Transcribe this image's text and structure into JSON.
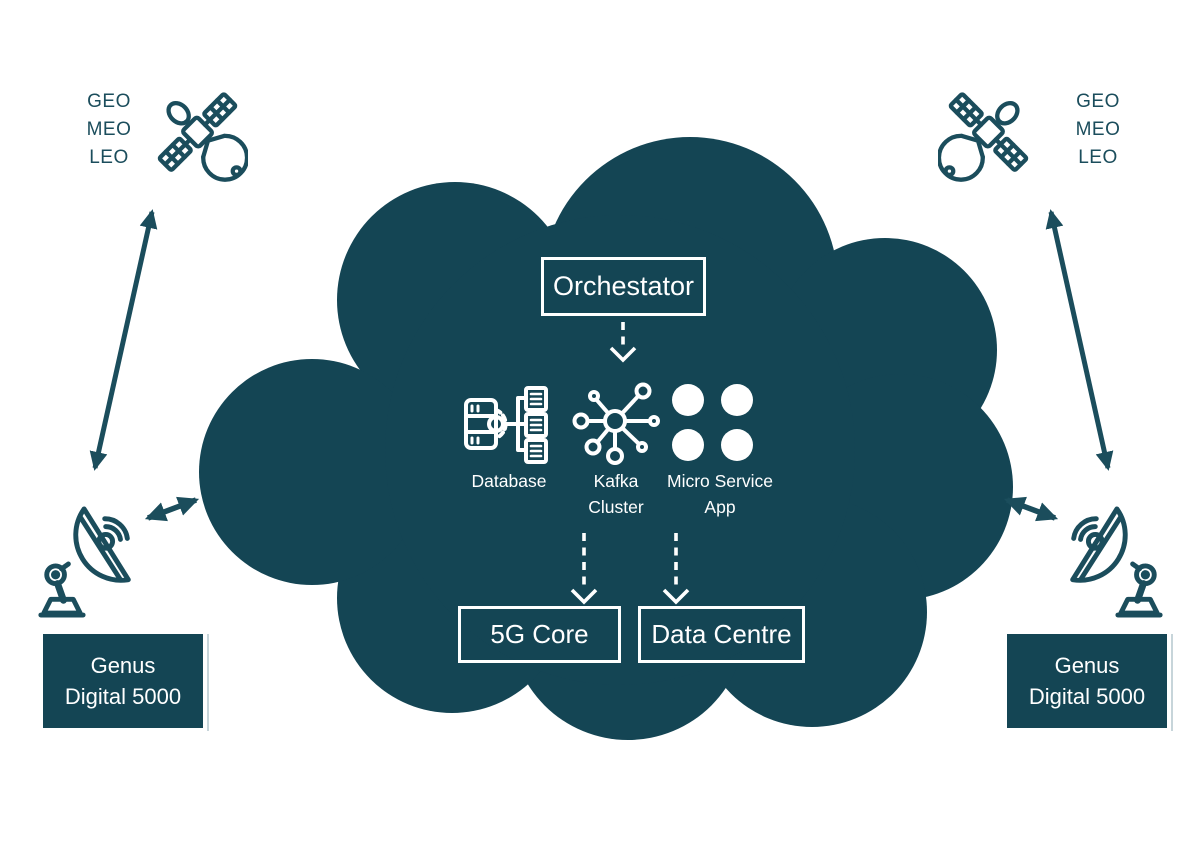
{
  "colors": {
    "cloud_fill": "#144554",
    "outline_ink": "#1b4d5c",
    "text_on_cloud": "#ffffff"
  },
  "satellite_groups": {
    "left": {
      "labels": [
        "GEO",
        "MEO",
        "LEO"
      ]
    },
    "right": {
      "labels": [
        "GEO",
        "MEO",
        "LEO"
      ]
    }
  },
  "ground_stations": {
    "left": {
      "line1": "Genus",
      "line2": "Digital 5000"
    },
    "right": {
      "line1": "Genus",
      "line2": "Digital 5000"
    }
  },
  "cloud": {
    "orchestrator_label": "Orchestator",
    "components": {
      "database": {
        "label": "Database"
      },
      "kafka": {
        "label_line1": "Kafka",
        "label_line2": "Cluster"
      },
      "microservice": {
        "label_line1": "Micro Service",
        "label_line2": "App"
      }
    },
    "targets": {
      "core": {
        "label": "5G Core"
      },
      "datacentre": {
        "label": "Data Centre"
      }
    }
  }
}
